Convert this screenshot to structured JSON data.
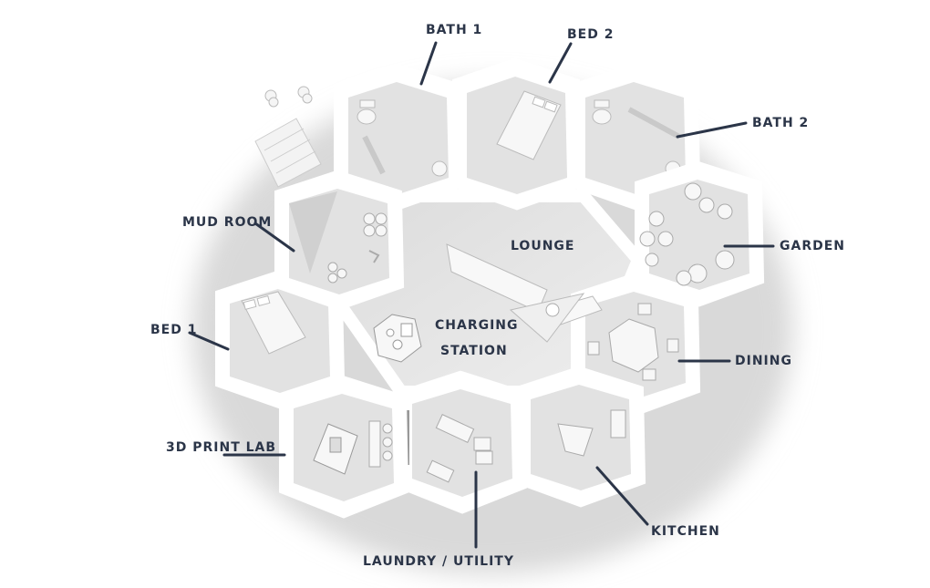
{
  "colors": {
    "wall": "#ffffff",
    "wall_shade": "#c8c8c8",
    "floor": "#e4e4e4",
    "furniture": "#f5f5f5",
    "leader": "#2b3548",
    "label": "#2b3548",
    "shadow": "#d6d6d6"
  },
  "labels": {
    "bath1": "BATH 1",
    "bed2": "BED 2",
    "bath2": "BATH 2",
    "mud_room": "MUD ROOM",
    "lounge": "LOUNGE",
    "garden": "GARDEN",
    "bed1": "BED 1",
    "charging_station_line1": "CHARGING",
    "charging_station_line2": "STATION",
    "dining": "DINING",
    "print_lab": "3D PRINT LAB",
    "kitchen": "KITCHEN",
    "laundry": "LAUNDRY / UTILITY"
  },
  "rooms": [
    {
      "key": "bath1",
      "icon": "toilet-icon"
    },
    {
      "key": "bed2",
      "icon": "bed-icon"
    },
    {
      "key": "bath2",
      "icon": "toilet-icon"
    },
    {
      "key": "garden",
      "icon": "plant-icon"
    },
    {
      "key": "dining",
      "icon": "dining-table-icon"
    },
    {
      "key": "kitchen",
      "icon": "kitchen-counter-icon"
    },
    {
      "key": "laundry",
      "icon": "washer-icon"
    },
    {
      "key": "print_lab",
      "icon": "3d-printer-icon"
    },
    {
      "key": "bed1",
      "icon": "bed-icon"
    },
    {
      "key": "mud_room",
      "icon": "storage-icon"
    }
  ]
}
